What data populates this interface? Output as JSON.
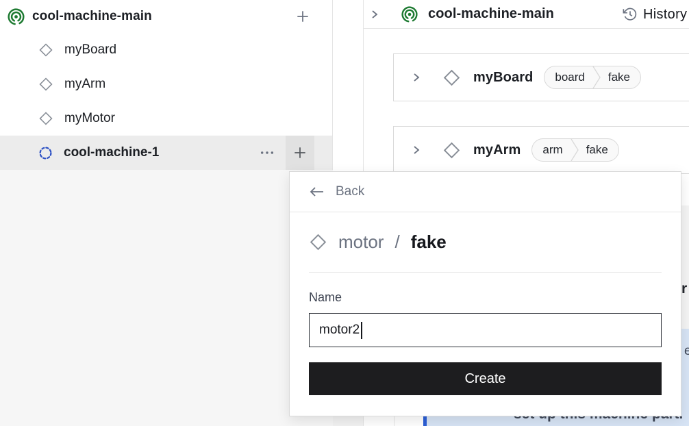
{
  "sidebar": {
    "machine_name": "cool-machine-main",
    "parts": [
      {
        "name": "myBoard"
      },
      {
        "name": "myArm"
      },
      {
        "name": "myMotor"
      }
    ],
    "sub_part": {
      "name": "cool-machine-1"
    }
  },
  "main_header": {
    "machine_name": "cool-machine-main",
    "history_label": "History"
  },
  "cards": [
    {
      "name": "myBoard",
      "type": "board",
      "model": "fake"
    },
    {
      "name": "myArm",
      "type": "arm",
      "model": "fake"
    }
  ],
  "background": {
    "callout_text": "set up this machine part.",
    "clipped_fragment_top": "r",
    "clipped_fragment_mid": "e"
  },
  "modal": {
    "back_label": "Back",
    "type_label": "motor",
    "separator": "/",
    "model_label": "fake",
    "name_label": "Name",
    "name_value": "motor2",
    "create_label": "Create"
  },
  "colors": {
    "accent_green": "#1d7a31",
    "part_pending_blue": "#2d51c4",
    "callout_border_blue": "#2c5fd6",
    "callout_bg": "#d7e4f5",
    "selected_row_bg": "#ececec",
    "create_button_bg": "#1d1d1f"
  }
}
